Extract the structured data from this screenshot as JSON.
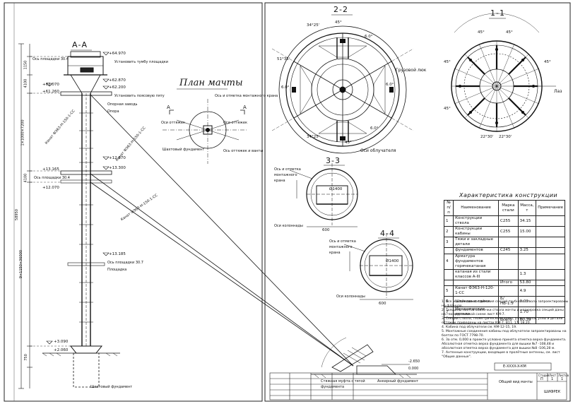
{
  "views": {
    "aa": "А-А",
    "s22": "2-2",
    "s11": "1-1",
    "s33": "3-3",
    "s44": "4-4",
    "plan": "План мачты"
  },
  "elevations": {
    "e1": "+64.970",
    "e2": "+62.870",
    "e3": "+62.200",
    "e4": "+62.070",
    "e5": "+61.260",
    "e6": "+12.670",
    "e7": "+13.300",
    "e8": "+13.165",
    "e9": "+12.070",
    "e10": "+13.185",
    "e11": "+3.090",
    "e12": "+2.060"
  },
  "dims_left": {
    "d1": "1150",
    "d2": "4100",
    "d3": "1×1000×7200",
    "d4": "4100",
    "d5": "9×1150×36000",
    "d6": "750",
    "total": "58950"
  },
  "labels_aa": {
    "l1": "Ось площадки 30.4",
    "l2": "Ось площадки 30.4",
    "l3": "Ось площадки 30.7",
    "l4": "Площадка",
    "l5": "Опорная заводь",
    "l6": "Шахтовый фундамент",
    "l7": "Установить тумбу площадки",
    "l8": "Установить поясовую пяту",
    "l9": "Опора",
    "guy1": "Канат ФЭ63-Н-150-1-СС",
    "guy2": "Канат ФЭ63-Н-150-1-СС",
    "guy3": "Канат ФЭ63-Н-150-1-СС"
  },
  "labels_plan": {
    "p1": "Ось и отметка монтажного крана",
    "p2": "Оси оттяжек",
    "p3": "Оси оттяжек",
    "p4": "Шахтовый фундамент",
    "p5": "Ось оттяжек и ванты",
    "a1": "А",
    "a2": "А"
  },
  "labels_22": {
    "g1": "Грузовой люк",
    "g2": "Оси облучателя",
    "ang1": "34°25'",
    "ang2": "34°25'",
    "ang3": "6.0°",
    "ang4": "6.0°",
    "ang5": "6.0°",
    "ang6": "6.0°",
    "ang7": "45°",
    "ang8": "45°",
    "ang9": "51°35'"
  },
  "labels_11": {
    "a1": "45°",
    "a2": "45°",
    "a3": "45°",
    "a4": "45°",
    "a5": "45°",
    "a6": "22°30'",
    "a7": "22°30'",
    "laz": "Лаз"
  },
  "labels_33": {
    "o1": "Ось и отметка монтажного крана",
    "o2": "Оси колоннады",
    "dim": "600",
    "inner": "Ø1400"
  },
  "labels_44": {
    "o1": "Ось и отметка монтажного крана",
    "o2": "Оси колоннады",
    "dim": "600",
    "inner": "Ø1400"
  },
  "labels_anchor": {
    "a1": "Стяжная муфта с тягой фундамента",
    "a2": "Анкерный фундамент",
    "a3": "-2.650",
    "a4": "0.000"
  },
  "spec": {
    "title": "Характеристика конструкции",
    "headers": [
      "№ п/п",
      "Наименование",
      "Марка стали",
      "Масса, т",
      "Примечание"
    ],
    "rows": [
      [
        "1",
        "Конструкции ствола",
        "С255",
        "34.15",
        ""
      ],
      [
        "2",
        "Конструкции кабины",
        "С255",
        "15.00",
        ""
      ],
      [
        "3",
        "Тяжи и закладные детали",
        "",
        "",
        ""
      ],
      [
        "",
        "фундаментов",
        "С245",
        "3.25",
        ""
      ],
      [
        "4",
        "Арматура фундаментов горячекатаная",
        "",
        "",
        ""
      ],
      [
        "",
        "катаная из стали классов А-III",
        "",
        "1.3",
        ""
      ],
      [
        "",
        "",
        "Итого",
        "53.80",
        ""
      ],
      [
        "5",
        "Канат ФЭ63-Н-120-1-СС",
        "",
        "4.9",
        ""
      ],
      [
        "6",
        "Шайковые гайки",
        "Б/НВ-1.5",
        "0.09",
        ""
      ],
      [
        "7",
        "Механические детали",
        "",
        "1.70",
        ""
      ],
      [
        "",
        "",
        "Всего",
        "60.39",
        ""
      ]
    ]
  },
  "notes": [
    "1. Все монтажные соединения секций трубного ствола запроектированы на фланцах.",
    "2. Толщины листов оболочки ствола мачты и маркировка секций даны на геометрической схеме лист КМ-7.",
    "3. Секции ствола, геометрические схемы, узлы ствола, узлы и детали оттяжек приведены на листах КМ-7, В11, 17, 18,20.",
    "4. Кабина под облучатели см. КМ-12-15, 19.",
    "5. Монтажные соединения кабины под облучатели запроектированы на болтах по ГОСТ 7798-70.",
    "6. За отм. 0,000 в проекте условно принята отметка верха фундамента.",
    "Абсолютная отметка верха фундамента для вышки №7 -108,48 и абсолютная отметка верха фундамента для вышки №8 -106,28 м.",
    "7. Антенные конструкции, входящие в пролётные антенны, см. лист \"Общие данные\"."
  ],
  "stamp": {
    "code": "Е-XXXX-X-КМ",
    "title": "Общий вид мачты",
    "stage": "П",
    "sheet": "1",
    "sheets": "1",
    "org": "ШИФРЕК",
    "c1": "Лист",
    "c2": "Листов",
    "c3": "Стадия"
  }
}
